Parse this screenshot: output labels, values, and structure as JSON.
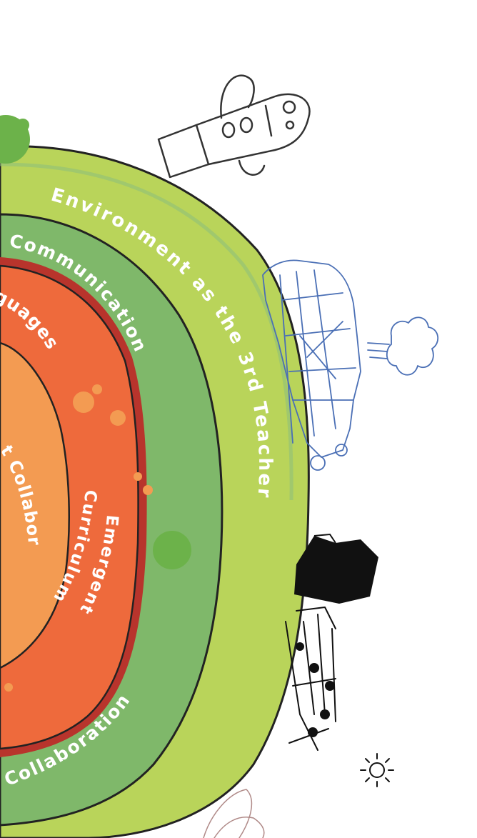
{
  "diagram": {
    "rings": [
      {
        "id": "outer",
        "label": "Environment as the 3rd Teacher",
        "color": "#b9d45a"
      },
      {
        "id": "second",
        "label_top": "Communication",
        "label_bottom": "Collaboration",
        "color": "#7fb86a"
      },
      {
        "id": "third",
        "label_top": "guages",
        "label_inner": "Emergent Curriculum",
        "color": "#ee6a3c"
      },
      {
        "id": "core",
        "label": "t Collabor",
        "color": "#f39b52"
      }
    ],
    "curriculum_lines": [
      "Emergent",
      "Curriculum"
    ]
  },
  "drawings": [
    {
      "name": "rocket-drawing",
      "colors": [
        "#333333"
      ]
    },
    {
      "name": "bus-drawing",
      "colors": [
        "#4a6fb5"
      ]
    },
    {
      "name": "cloud-drawing",
      "colors": [
        "#4a6fb5"
      ]
    },
    {
      "name": "house-drawing",
      "colors": [
        "#111111"
      ]
    },
    {
      "name": "sun-drawing",
      "colors": [
        "#111111"
      ]
    }
  ]
}
